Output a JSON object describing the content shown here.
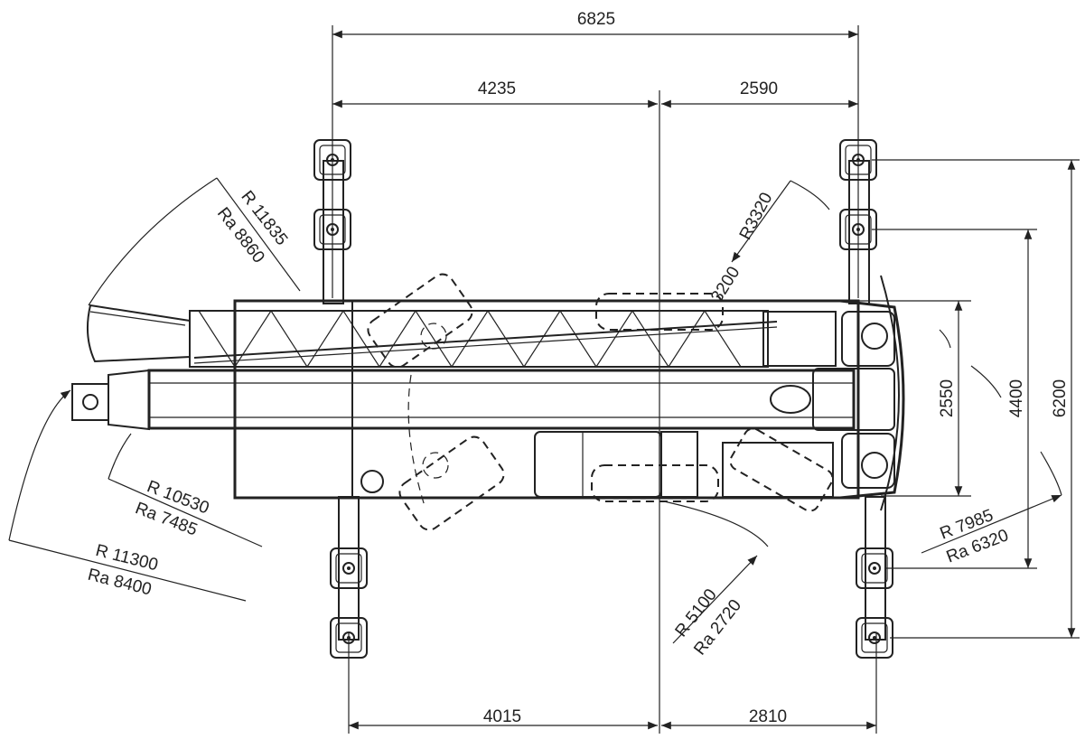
{
  "dimensions": {
    "top_overall": "6825",
    "top_left": "4235",
    "top_right": "2590",
    "bottom_left": "4015",
    "bottom_right": "2810",
    "right_inner": "2550",
    "right_middle": "4400",
    "right_outer": "6200"
  },
  "radii": {
    "tail_swing": "R3320",
    "small_arc": "3200",
    "boom_head_r": "R 11835",
    "boom_head_ra": "Ra 8860",
    "front_mid_r": "R 10530",
    "front_mid_ra": "Ra 7485",
    "front_low_r": "R 11300",
    "front_low_ra": "Ra 8400",
    "bottom_r": "R 5100",
    "bottom_ra": "Ra 2720",
    "right_r": "R 7985",
    "right_ra": "Ra 6320"
  }
}
